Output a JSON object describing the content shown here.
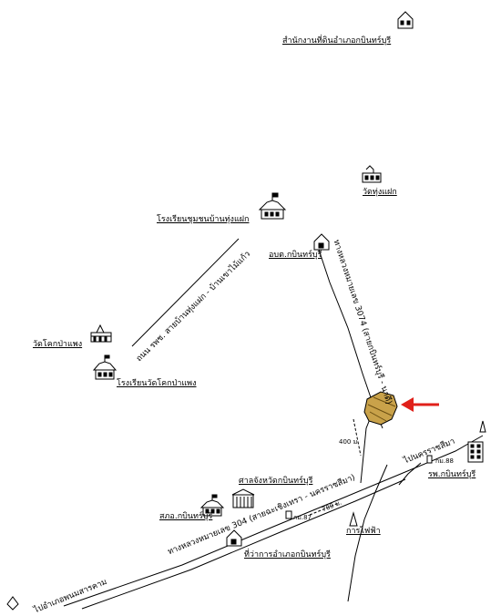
{
  "places": {
    "land_office": "สำนักงานที่ดินอำเภอกบินทร์บุรี",
    "wat_thung_faek": "วัดทุ่งแฝก",
    "school_thung_faek": "โรงเรียนชุมชนบ้านทุ่งแฝก",
    "sao_office": "อบต.กบินทร์บุรี",
    "wat_khok_pa_phaeng": "วัดโคกป่าแพง",
    "school_khok_pa_phaeng": "โรงเรียนวัดโคกป่าแพง",
    "court": "ศาลจังหวัดกบินทร์บุรี",
    "police": "สภอ.กบินทร์บุรี",
    "district_office": "ที่ว่าการอำเภอกบินทร์บุรี",
    "electricity": "การไฟฟ้า",
    "hospital": "รพ.กบินทร์บุรี"
  },
  "roads": {
    "rural_road": "ถนน รพช. สายบ้านทุ่งแฝก - บ้านเขาไม้แก้ว",
    "hwy_3074": "ทางหลวงหมายเลข 3074 (สายกบินทร์บุรี - นาดี)",
    "hwy_304": "ทางหลวงหมายเลข 304 (สายฉะเชิงเทรา - นครราชสีมา)",
    "to_nakhon": "ไปนครราชสีมา",
    "to_phanom": "ไปอำเภอพนมสารคาม"
  },
  "marks": {
    "dist_400": "400 ม.",
    "dist_700": "700 ม.",
    "km_87": "กม.87",
    "km_88": "กม.88"
  },
  "colors": {
    "parcel": "#c9a24a",
    "arrow": "#e0201a",
    "ink": "#000000"
  },
  "icons": [
    "building-icon",
    "school-icon",
    "temple-icon",
    "court-icon",
    "hospital-icon",
    "tree-icon",
    "parcel-marker",
    "location-arrow-icon"
  ]
}
